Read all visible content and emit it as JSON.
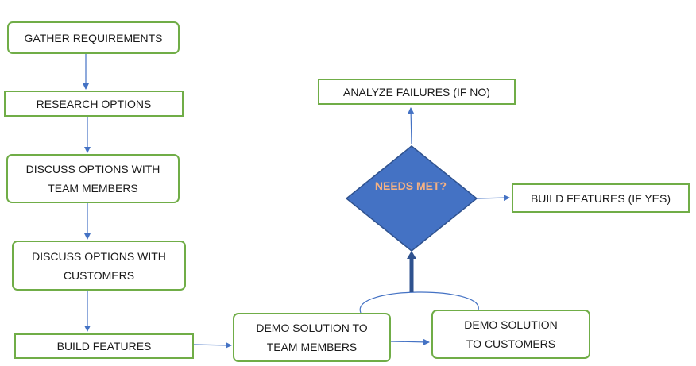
{
  "diagram": {
    "nodes": {
      "gather": "GATHER REQUIREMENTS",
      "research": "RESEARCH OPTIONS",
      "discuss_team": "DISCUSS OPTIONS WITH TEAM MEMBERS",
      "discuss_customers": "DISCUSS OPTIONS WITH CUSTOMERS",
      "build": "BUILD FEATURES",
      "demo_team": "DEMO SOLUTION TO TEAM MEMBERS",
      "demo_customers": "DEMO SOLUTION TO CUSTOMERS",
      "decision": "NEEDS MET?",
      "analyze": "ANALYZE FAILURES (IF NO)",
      "build_yes": "BUILD FEATURES (IF YES)"
    },
    "colors": {
      "box_border": "#70ad47",
      "arrow": "#4472c4",
      "diamond_fill": "#4472c4",
      "diamond_stroke": "#2f528f",
      "decision_text": "#f4b183",
      "text": "#1a1a1a"
    }
  }
}
